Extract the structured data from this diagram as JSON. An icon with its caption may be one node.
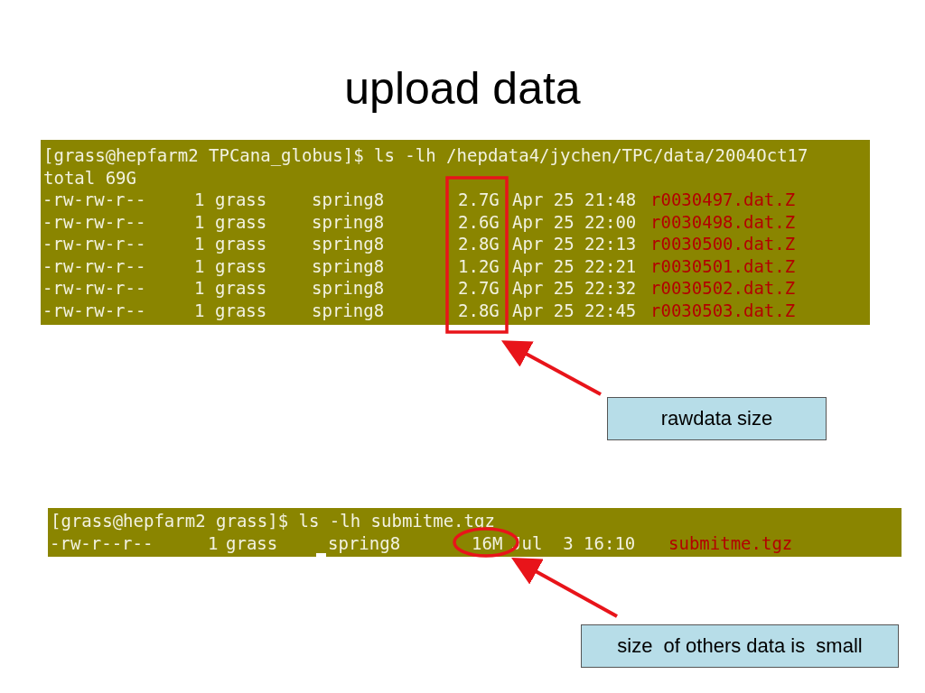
{
  "diagram": {
    "title": "upload data",
    "nodes": [
      {
        "text": [
          "rawdata size"
        ]
      },
      {
        "text": [],
        "shape": "box"
      },
      {
        "text": [
          "size  of others data is  small"
        ]
      },
      {
        "text": [],
        "shape": "circle"
      }
    ],
    "edges": [
      {
        "from": 0,
        "to": 1,
        "arrow": "to"
      },
      {
        "from": 2,
        "to": 3,
        "arrow": "to"
      }
    ],
    "labels": [
      "[grass@hepfarm2 TPCana_globus]$ ls -lh /hepdata4/jychen/TPC/data/2004Oct17",
      "total 69G",
      "-rw-rw-r--",
      "1",
      "grass",
      "spring8",
      "2.7G",
      "Apr 25 21:48",
      "r0030497.dat.Z",
      "-rw-rw-r--",
      "1",
      "grass",
      "spring8",
      "2.6G",
      "Apr 25 22:00",
      "r0030498.dat.Z",
      "-rw-rw-r--",
      "1",
      "grass",
      "spring8",
      "2.8G",
      "Apr 25 22:13",
      "r0030500.dat.Z",
      "-rw-rw-r--",
      "1",
      "grass",
      "spring8",
      "1.2G",
      "Apr 25 22:21",
      "r0030501.dat.Z",
      "-rw-rw-r--",
      "1",
      "grass",
      "spring8",
      "2.7G",
      "Apr 25 22:32",
      "r0030502.dat.Z",
      "-rw-rw-r--",
      "1",
      "grass",
      "spring8",
      "2.8G",
      "Apr 25 22:45",
      "r0030503.dat.Z",
      "[grass@hepfarm2 grass]$ ls -lh submitme.tgz",
      "-rw-r--r--",
      "1",
      "grass",
      "spring8",
      "16M",
      "Jul  3 16:10",
      "submitme.tgz"
    ]
  }
}
